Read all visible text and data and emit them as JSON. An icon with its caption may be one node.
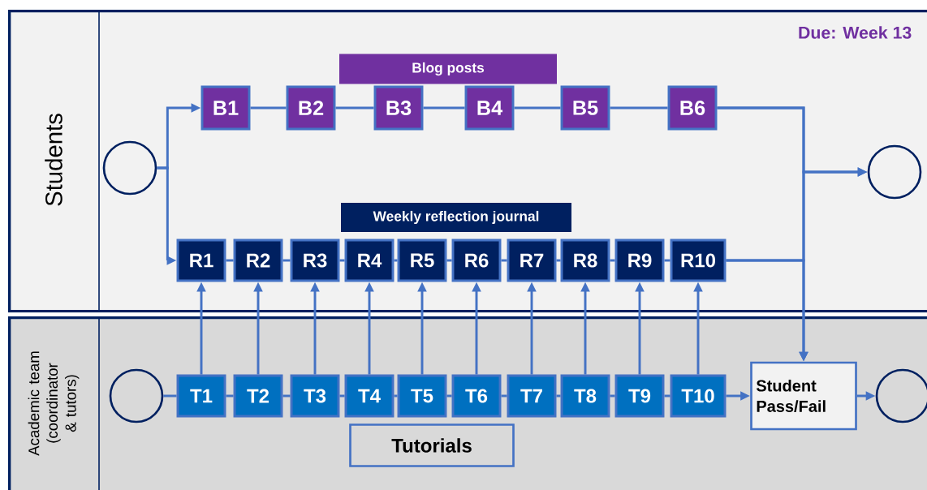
{
  "diagram": {
    "nodes": [
      {
        "text": [
          "Students"
        ]
      },
      {
        "text": [],
        "shape": "circle",
        "in": 0
      },
      {
        "text": [
          "Blog posts"
        ],
        "in": 0
      },
      {
        "text": [
          "B1"
        ],
        "in": 0
      },
      {
        "text": [
          "B2"
        ],
        "in": 0
      },
      {
        "text": [
          "B3"
        ],
        "in": 0
      },
      {
        "text": [
          "B4"
        ],
        "in": 0
      },
      {
        "text": [
          "B5"
        ],
        "in": 0
      },
      {
        "text": [
          "B6"
        ],
        "in": 0
      },
      {
        "text": [
          "Weekly reflection journal"
        ],
        "in": 0
      },
      {
        "text": [
          "R1"
        ],
        "in": 0
      },
      {
        "text": [
          "R2"
        ],
        "in": 0
      },
      {
        "text": [
          "R3"
        ],
        "in": 0
      },
      {
        "text": [
          "R4"
        ],
        "in": 0
      },
      {
        "text": [
          "R5"
        ],
        "in": 0
      },
      {
        "text": [
          "R6"
        ],
        "in": 0
      },
      {
        "text": [
          "R7"
        ],
        "in": 0
      },
      {
        "text": [
          "R8"
        ],
        "in": 0
      },
      {
        "text": [
          "R9"
        ],
        "in": 0
      },
      {
        "text": [
          "R10"
        ],
        "in": 0
      },
      {
        "text": [],
        "shape": "circle",
        "in": 0
      },
      {
        "text": [
          "Academic team (coordinator & tutors)"
        ]
      },
      {
        "text": [],
        "shape": "circle",
        "in": 21
      },
      {
        "text": [
          "T1"
        ],
        "in": 21
      },
      {
        "text": [
          "T2"
        ],
        "in": 21
      },
      {
        "text": [
          "T3"
        ],
        "in": 21
      },
      {
        "text": [
          "T4"
        ],
        "in": 21
      },
      {
        "text": [
          "T5"
        ],
        "in": 21
      },
      {
        "text": [
          "T6"
        ],
        "in": 21
      },
      {
        "text": [
          "T7"
        ],
        "in": 21
      },
      {
        "text": [
          "T8"
        ],
        "in": 21
      },
      {
        "text": [
          "T9"
        ],
        "in": 21
      },
      {
        "text": [
          "T10"
        ],
        "in": 21
      },
      {
        "text": [
          "Student Pass/Fail"
        ],
        "in": 21
      },
      {
        "text": [],
        "shape": "circle",
        "in": 21
      },
      {
        "text": [
          "Tutorials"
        ],
        "in": 21
      }
    ],
    "edges": [
      {
        "from": 1,
        "to": 3,
        "arrow": "to"
      },
      {
        "from": 1,
        "to": 10,
        "arrow": "to"
      },
      {
        "from": 3,
        "to": 4,
        "arrow": "none"
      },
      {
        "from": 4,
        "to": 5,
        "arrow": "none"
      },
      {
        "from": 5,
        "to": 6,
        "arrow": "none"
      },
      {
        "from": 6,
        "to": 7,
        "arrow": "none"
      },
      {
        "from": 7,
        "to": 8,
        "arrow": "none"
      },
      {
        "from": 10,
        "to": 11,
        "arrow": "none"
      },
      {
        "from": 11,
        "to": 12,
        "arrow": "none"
      },
      {
        "from": 12,
        "to": 13,
        "arrow": "none"
      },
      {
        "from": 13,
        "to": 14,
        "arrow": "none"
      },
      {
        "from": 14,
        "to": 15,
        "arrow": "none"
      },
      {
        "from": 15,
        "to": 16,
        "arrow": "none"
      },
      {
        "from": 16,
        "to": 17,
        "arrow": "none"
      },
      {
        "from": 17,
        "to": 18,
        "arrow": "none"
      },
      {
        "from": 18,
        "to": 19,
        "arrow": "none"
      },
      {
        "from": 8,
        "to": 20,
        "arrow": "to"
      },
      {
        "from": 19,
        "to": 20,
        "arrow": "to"
      },
      {
        "from": 8,
        "to": 33,
        "arrow": "to"
      },
      {
        "from": 19,
        "to": 33,
        "arrow": "to"
      },
      {
        "from": 22,
        "to": 23,
        "arrow": "none"
      },
      {
        "from": 23,
        "to": 24,
        "arrow": "none"
      },
      {
        "from": 24,
        "to": 25,
        "arrow": "none"
      },
      {
        "from": 25,
        "to": 26,
        "arrow": "none"
      },
      {
        "from": 26,
        "to": 27,
        "arrow": "none"
      },
      {
        "from": 27,
        "to": 28,
        "arrow": "none"
      },
      {
        "from": 28,
        "to": 29,
        "arrow": "none"
      },
      {
        "from": 29,
        "to": 30,
        "arrow": "none"
      },
      {
        "from": 30,
        "to": 31,
        "arrow": "none"
      },
      {
        "from": 31,
        "to": 32,
        "arrow": "none"
      },
      {
        "from": 32,
        "to": 33,
        "arrow": "to"
      },
      {
        "from": 33,
        "to": 34,
        "arrow": "to"
      },
      {
        "from": 23,
        "to": 10,
        "arrow": "to"
      },
      {
        "from": 24,
        "to": 11,
        "arrow": "to"
      },
      {
        "from": 25,
        "to": 12,
        "arrow": "to"
      },
      {
        "from": 26,
        "to": 13,
        "arrow": "to"
      },
      {
        "from": 27,
        "to": 14,
        "arrow": "to"
      },
      {
        "from": 28,
        "to": 15,
        "arrow": "to"
      },
      {
        "from": 29,
        "to": 16,
        "arrow": "to"
      },
      {
        "from": 30,
        "to": 17,
        "arrow": "to"
      },
      {
        "from": 31,
        "to": 18,
        "arrow": "to"
      },
      {
        "from": 32,
        "to": 19,
        "arrow": "to"
      }
    ],
    "labels": [
      "Due: Week 13"
    ]
  }
}
